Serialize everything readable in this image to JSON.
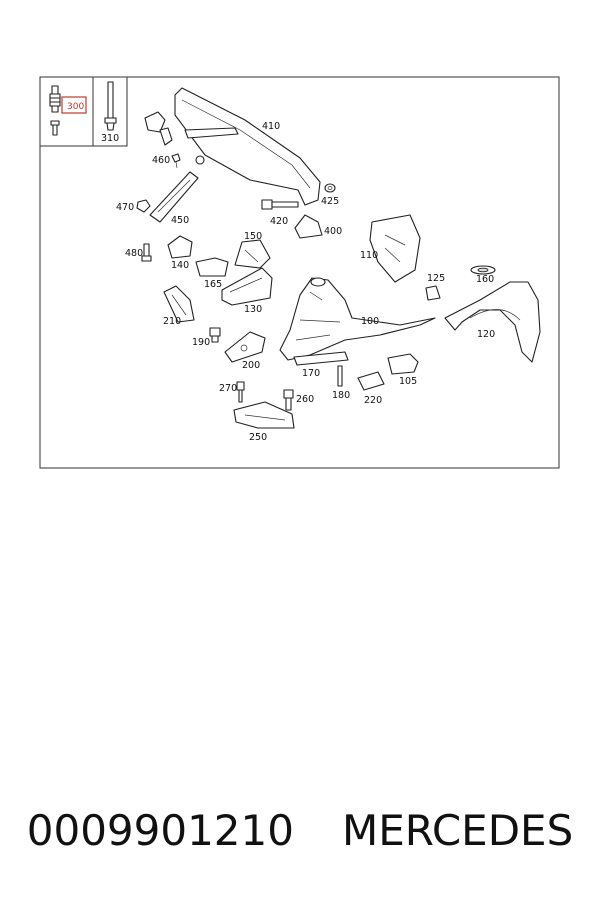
{
  "caption": {
    "part_number": "0009901210",
    "brand": "MERCEDES"
  },
  "diagram": {
    "highlight_color": "#c0392b",
    "highlighted_part": "300",
    "labels": {
      "l300": "300",
      "l310": "310",
      "l410": "410",
      "l460": "460",
      "l425": "425",
      "l470": "470",
      "l420": "420",
      "l400": "400",
      "l450": "450",
      "l150": "150",
      "l480": "480",
      "l140": "140",
      "l110": "110",
      "l165": "165",
      "l125": "125",
      "l160": "160",
      "l130": "130",
      "l210": "210",
      "l100": "100",
      "l120": "120",
      "l190": "190",
      "l200": "200",
      "l170": "170",
      "l105": "105",
      "l270": "270",
      "l180": "180",
      "l260": "260",
      "l220": "220",
      "l250": "250"
    }
  }
}
